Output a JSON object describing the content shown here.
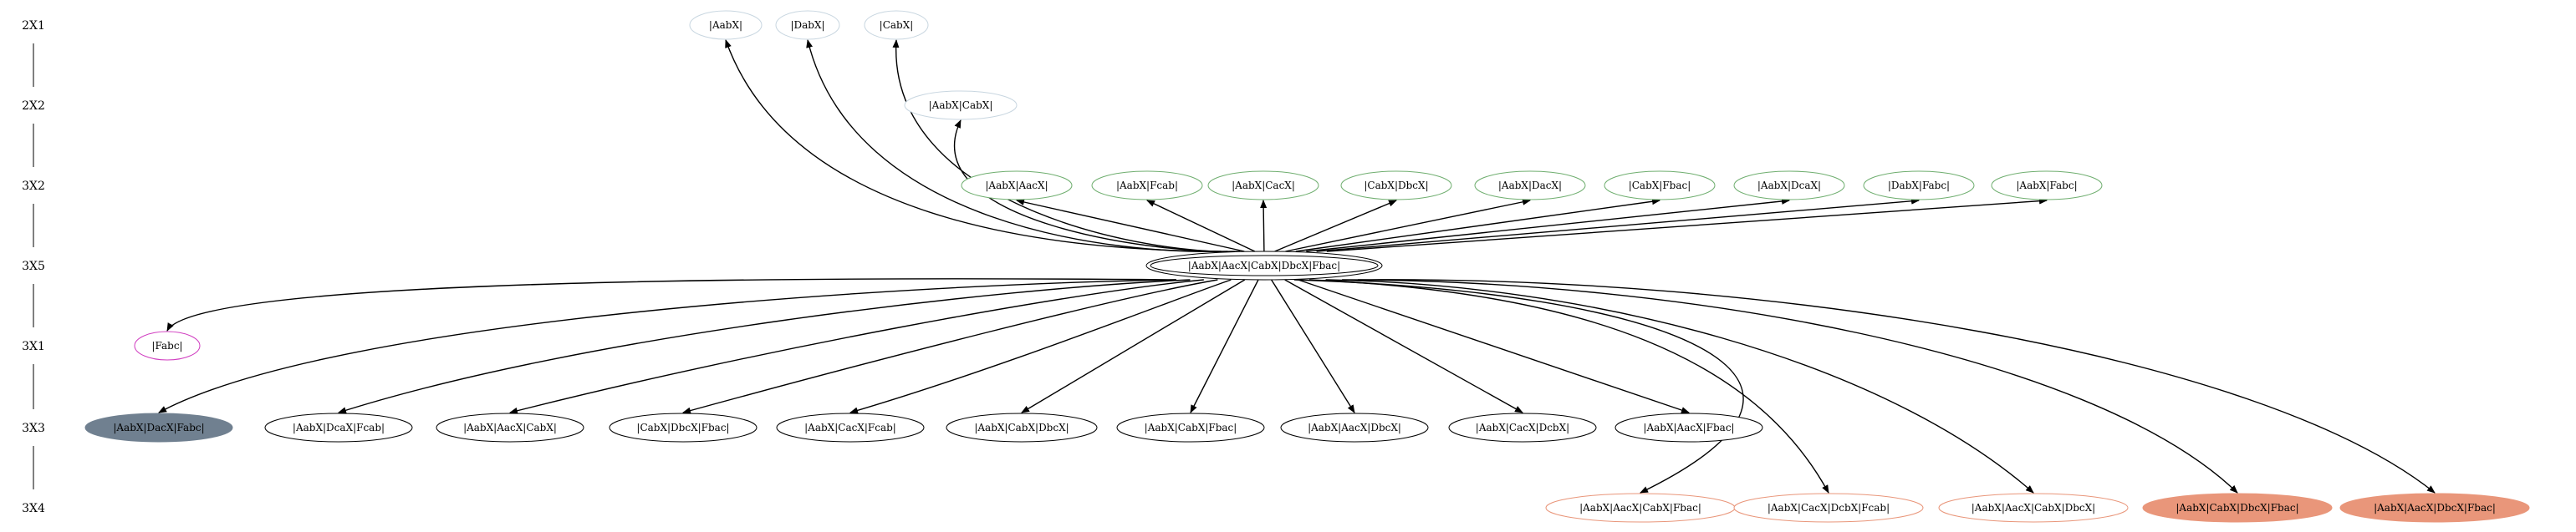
{
  "colors": {
    "outline_default": "#000000",
    "outline_light": "#c8d6e0",
    "outline_green": "#6fae6f",
    "outline_salmon": "#e9967a",
    "outline_magenta": "#d03cc0",
    "fill_salmon": "#e9967a",
    "fill_slate": "#708090",
    "edge": "#000000"
  },
  "ranks": [
    {
      "label": "2X1"
    },
    {
      "label": "2X2"
    },
    {
      "label": "3X2"
    },
    {
      "label": "3X5"
    },
    {
      "label": "3X1"
    },
    {
      "label": "3X3"
    },
    {
      "label": "3X4"
    }
  ],
  "nodes": [
    {
      "id": "r1a",
      "label": "|AabX|",
      "rank": 0,
      "style": "light"
    },
    {
      "id": "r1b",
      "label": "|DabX|",
      "rank": 0,
      "style": "light"
    },
    {
      "id": "r1c",
      "label": "|CabX|",
      "rank": 0,
      "style": "light"
    },
    {
      "id": "r2a",
      "label": "|AabX|CabX|",
      "rank": 1,
      "style": "light"
    },
    {
      "id": "r3a",
      "label": "|AabX|AacX|",
      "rank": 2,
      "style": "green"
    },
    {
      "id": "r3b",
      "label": "|AabX|Fcab|",
      "rank": 2,
      "style": "green"
    },
    {
      "id": "r3c",
      "label": "|AabX|CacX|",
      "rank": 2,
      "style": "green"
    },
    {
      "id": "r3d",
      "label": "|CabX|DbcX|",
      "rank": 2,
      "style": "green"
    },
    {
      "id": "r3e",
      "label": "|AabX|DacX|",
      "rank": 2,
      "style": "green"
    },
    {
      "id": "r3f",
      "label": "|CabX|Fbac|",
      "rank": 2,
      "style": "green"
    },
    {
      "id": "r3g",
      "label": "|AabX|DcaX|",
      "rank": 2,
      "style": "green"
    },
    {
      "id": "r3h",
      "label": "|DabX|Fabc|",
      "rank": 2,
      "style": "green"
    },
    {
      "id": "r3i",
      "label": "|AabX|Fabc|",
      "rank": 2,
      "style": "green"
    },
    {
      "id": "center",
      "label": "|AabX|AacX|CabX|DbcX|Fbac|",
      "rank": 3,
      "style": "double"
    },
    {
      "id": "r5a",
      "label": "|Fabc|",
      "rank": 4,
      "style": "magenta"
    },
    {
      "id": "r6a",
      "label": "|AabX|DacX|Fabc|",
      "rank": 5,
      "style": "slate"
    },
    {
      "id": "r6b",
      "label": "|AabX|DcaX|Fcab|",
      "rank": 5,
      "style": "plain"
    },
    {
      "id": "r6c",
      "label": "|AabX|AacX|CabX|",
      "rank": 5,
      "style": "plain"
    },
    {
      "id": "r6d",
      "label": "|CabX|DbcX|Fbac|",
      "rank": 5,
      "style": "plain"
    },
    {
      "id": "r6e",
      "label": "|AabX|CacX|Fcab|",
      "rank": 5,
      "style": "plain"
    },
    {
      "id": "r6f",
      "label": "|AabX|CabX|DbcX|",
      "rank": 5,
      "style": "plain"
    },
    {
      "id": "r6g",
      "label": "|AabX|CabX|Fbac|",
      "rank": 5,
      "style": "plain"
    },
    {
      "id": "r6h",
      "label": "|AabX|AacX|DbcX|",
      "rank": 5,
      "style": "plain"
    },
    {
      "id": "r6i",
      "label": "|AabX|CacX|DcbX|",
      "rank": 5,
      "style": "plain"
    },
    {
      "id": "r6j",
      "label": "|AabX|AacX|Fbac|",
      "rank": 5,
      "style": "plain"
    },
    {
      "id": "r7a",
      "label": "|AabX|AacX|CabX|Fbac|",
      "rank": 6,
      "style": "salmon_outline"
    },
    {
      "id": "r7b",
      "label": "|AabX|CacX|DcbX|Fcab|",
      "rank": 6,
      "style": "salmon_outline"
    },
    {
      "id": "r7c",
      "label": "|AabX|AacX|CabX|DbcX|",
      "rank": 6,
      "style": "salmon_outline"
    },
    {
      "id": "r7d",
      "label": "|AabX|CabX|DbcX|Fbac|",
      "rank": 6,
      "style": "salmon_fill"
    },
    {
      "id": "r7e",
      "label": "|AabX|AacX|DbcX|Fbac|",
      "rank": 6,
      "style": "salmon_fill"
    }
  ],
  "edges": [
    {
      "from": "center",
      "to": "r1a"
    },
    {
      "from": "center",
      "to": "r1b"
    },
    {
      "from": "center",
      "to": "r1c"
    },
    {
      "from": "center",
      "to": "r2a"
    },
    {
      "from": "center",
      "to": "r3a"
    },
    {
      "from": "center",
      "to": "r3b"
    },
    {
      "from": "center",
      "to": "r3c"
    },
    {
      "from": "center",
      "to": "r3d"
    },
    {
      "from": "center",
      "to": "r3e"
    },
    {
      "from": "center",
      "to": "r3f"
    },
    {
      "from": "center",
      "to": "r3g"
    },
    {
      "from": "center",
      "to": "r3h"
    },
    {
      "from": "center",
      "to": "r3i"
    },
    {
      "from": "center",
      "to": "r5a"
    },
    {
      "from": "center",
      "to": "r6a"
    },
    {
      "from": "center",
      "to": "r6b"
    },
    {
      "from": "center",
      "to": "r6c"
    },
    {
      "from": "center",
      "to": "r6d"
    },
    {
      "from": "center",
      "to": "r6e"
    },
    {
      "from": "center",
      "to": "r6f"
    },
    {
      "from": "center",
      "to": "r6g"
    },
    {
      "from": "center",
      "to": "r6h"
    },
    {
      "from": "center",
      "to": "r6i"
    },
    {
      "from": "center",
      "to": "r6j"
    },
    {
      "from": "center",
      "to": "r7a"
    },
    {
      "from": "center",
      "to": "r7b"
    },
    {
      "from": "center",
      "to": "r7c"
    },
    {
      "from": "center",
      "to": "r7d"
    },
    {
      "from": "center",
      "to": "r7e"
    }
  ]
}
